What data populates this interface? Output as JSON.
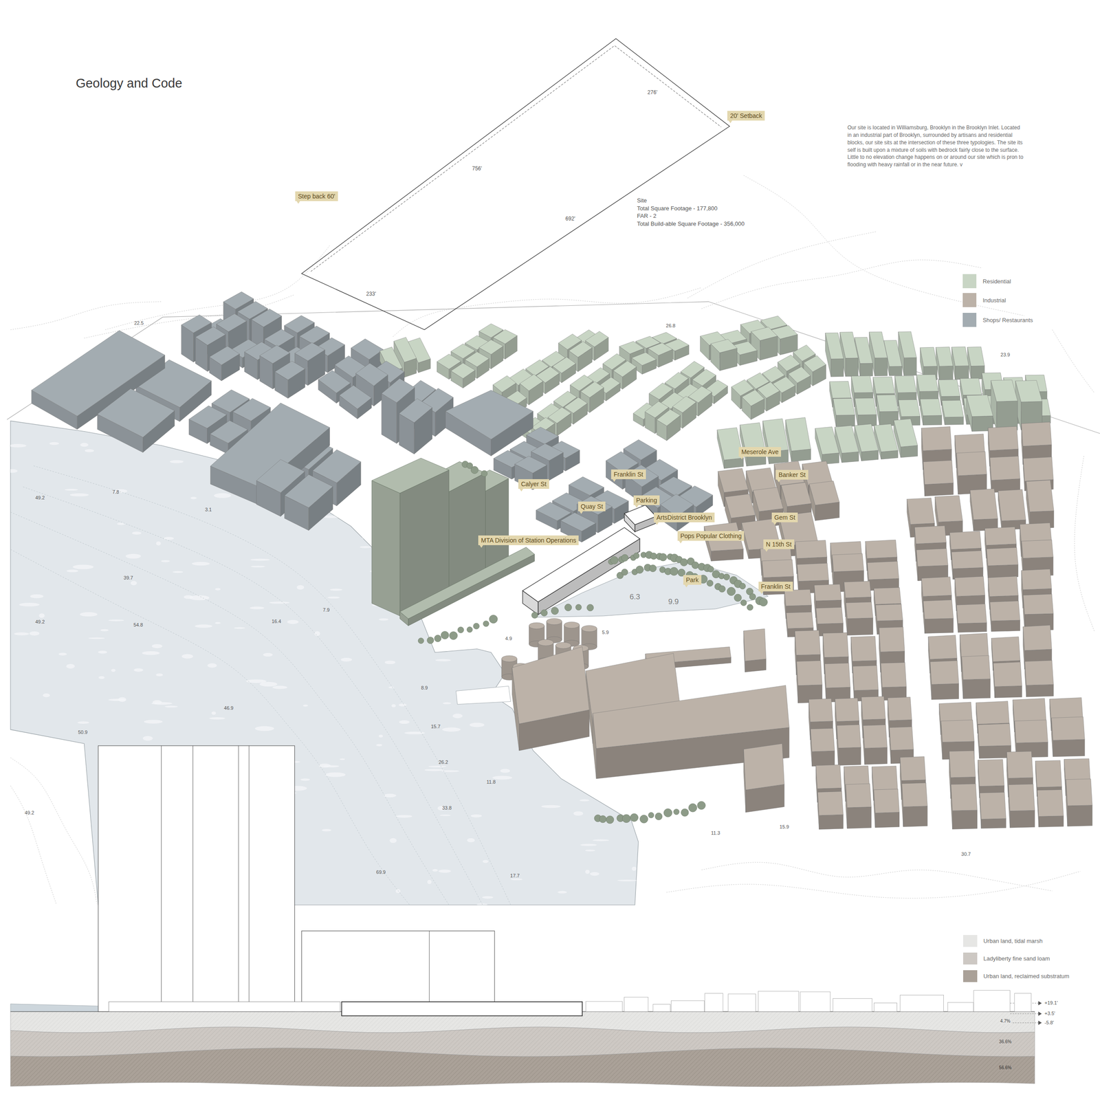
{
  "diagram": {
    "title": "Geology and Code",
    "nodes": [
      {
        "text": [
          "20' Setback"
        ]
      },
      {
        "text": [
          "Step back 60'"
        ]
      },
      {
        "text": [
          "Calyer St"
        ]
      },
      {
        "text": [
          "Franklin St"
        ]
      },
      {
        "text": [
          "Quay St"
        ]
      },
      {
        "text": [
          "Parking"
        ]
      },
      {
        "text": [
          "ArtsDistrict Brooklyn"
        ]
      },
      {
        "text": [
          "Meserole Ave"
        ]
      },
      {
        "text": [
          "Banker St"
        ]
      },
      {
        "text": [
          "Gem St"
        ]
      },
      {
        "text": [
          "Pops Popular Clothing"
        ]
      },
      {
        "text": [
          "N 15th St"
        ]
      },
      {
        "text": [
          "MTA Division of Station Operations"
        ]
      },
      {
        "text": [
          "Park"
        ]
      },
      {
        "text": [
          "Franklin St"
        ]
      }
    ],
    "labels": [
      "Our site is located in Williamsburg, Brooklyn in the Brooklyn Inlet. Located in an industrial part of Brooklyn, surrounded by artisans and residential blocks, our site sits at the intersection of these three typologies. The site its self is built upon a mixture of soils with bedrock fairly close to the surface. Little to no elevation change happens on or around our site which is pron to flooding with heavy rainfall or in the near future. v",
      "276'",
      "756'",
      "692'",
      "233'",
      "Site",
      "Total Square Footage - 177,800",
      "FAR - 2",
      "Total Build-able Square Footage - 356,000",
      "22.5",
      "26.8",
      "23.9",
      "49.2",
      "7.8",
      "3.1",
      "39.7",
      "49.2",
      "54.8",
      "16.4",
      "7.9",
      "6.3",
      "9.9",
      "4.9",
      "5.9",
      "8.9",
      "46.9",
      "15.7",
      "50.9",
      "26.2",
      "11.8",
      "33.8",
      "49.2",
      "69.9",
      "17.7",
      "11.3",
      "15.9",
      "30.7",
      "+19.1'",
      "+3.5'",
      "-5.8'",
      "4.7%",
      "36.6%",
      "56.6%"
    ],
    "legend": [
      {
        "text": "Residential",
        "color": "#c8d5c4"
      },
      {
        "text": "Industrial",
        "color": "#bcb2a8"
      },
      {
        "text": "Shops/ Restaurants",
        "color": "#a3acb1"
      },
      {
        "text": "Urban land, tidal marsh",
        "color": "#e6e6e4"
      },
      {
        "text": "Ladyliberty fine sand loam",
        "color": "#cdc8c3"
      },
      {
        "text": "Urban land, reclaimed substratum",
        "color": "#aaa198"
      }
    ]
  }
}
